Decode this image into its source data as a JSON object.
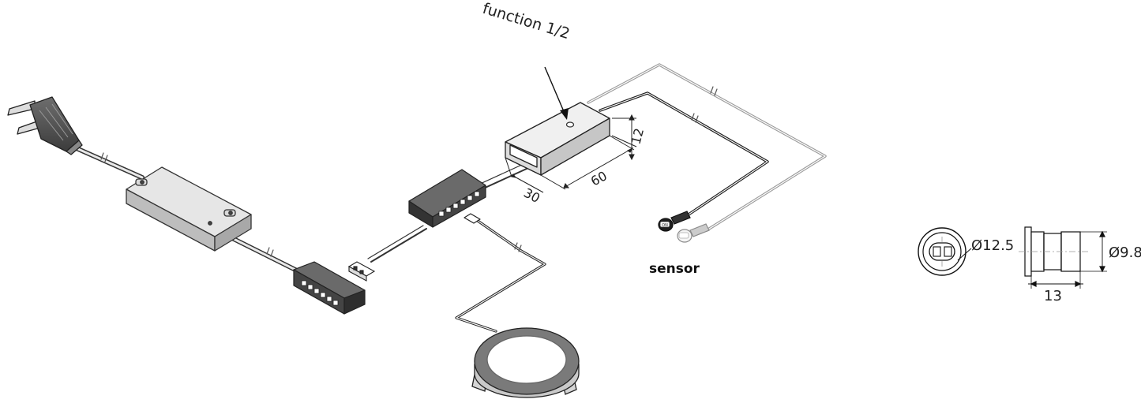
{
  "labels": {
    "function": "function 1/2",
    "dim_height": "12",
    "dim_length": "60",
    "dim_depth": "30",
    "sensor": "sensor",
    "dia_outer": "Ø12.5",
    "dia_inner": "Ø9.8",
    "body_length": "13",
    "sensor_mark": "ON"
  }
}
